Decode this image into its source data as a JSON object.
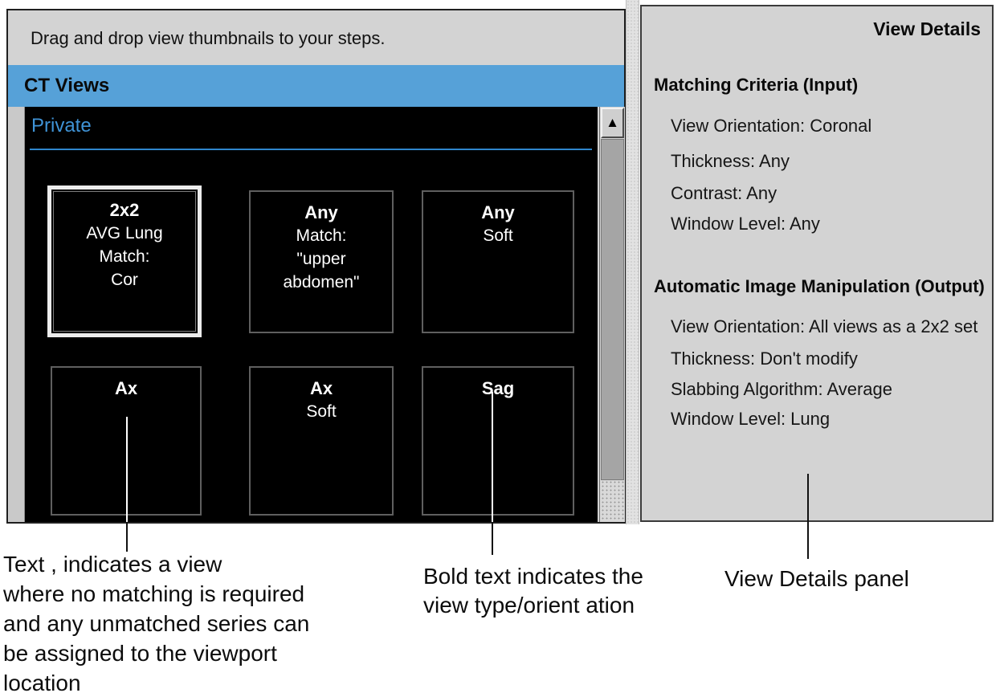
{
  "left_panel": {
    "instruction": "Drag and drop view thumbnails to your steps.",
    "header": "CT Views",
    "group_label": "Private"
  },
  "thumbnails": [
    {
      "title": "2x2",
      "lines": [
        "AVG Lung",
        "Match:",
        "Cor"
      ],
      "selected": true
    },
    {
      "title": "Any",
      "lines": [
        "Match:",
        "\"upper",
        "abdomen\""
      ],
      "selected": false
    },
    {
      "title": "Any",
      "lines": [
        "Soft"
      ],
      "selected": false
    },
    {
      "title": "Ax",
      "lines": [],
      "selected": false
    },
    {
      "title": "Ax",
      "lines": [
        "Soft"
      ],
      "selected": false
    },
    {
      "title": "Sag",
      "lines": [],
      "selected": false
    }
  ],
  "scrollbar": {
    "up_arrow": "▲"
  },
  "view_details": {
    "title": "View Details",
    "sections": [
      {
        "heading": "Matching Criteria (Input)",
        "items": [
          "View Orientation: Coronal",
          "Thickness: Any",
          "Contrast: Any",
          "Window Level: Any"
        ]
      },
      {
        "heading": "Automatic Image Manipulation (Output)",
        "items": [
          "View Orientation: All views as a 2x2 set",
          "Thickness: Don't modify",
          "Slabbing Algorithm: Average",
          "Window Level: Lung"
        ]
      }
    ]
  },
  "annotations": {
    "left_lines": [
      "Text , indicates a view",
      "where no matching is required",
      "and any unmatched series can",
      "be assigned to the viewport",
      "location"
    ],
    "middle_lines": [
      "Bold text indicates the",
      "view type/orient ation"
    ],
    "right": "View Details panel"
  },
  "colors": {
    "header_blue": "#56a1d8",
    "group_label_blue": "#3f93d6",
    "panel_grey": "#d3d3d3",
    "selected_tile_border": "#ececec",
    "tile_border": "#5f5f5f",
    "tile_background": "#000000"
  }
}
